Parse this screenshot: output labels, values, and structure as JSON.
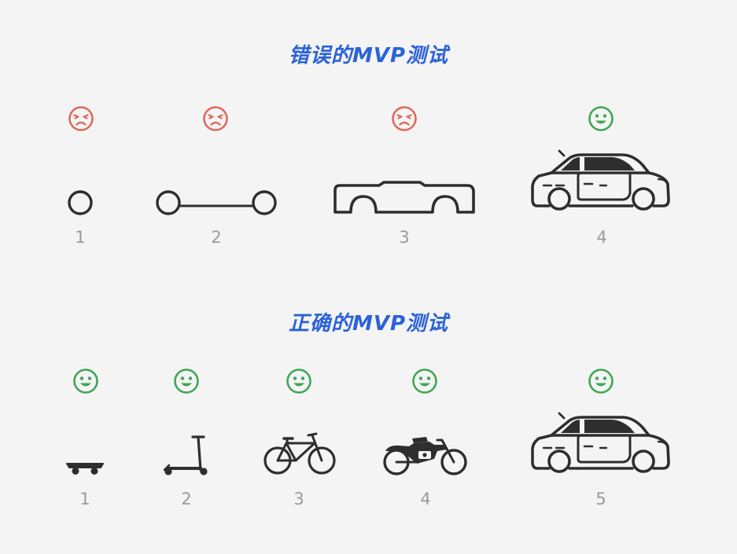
{
  "colors": {
    "title": "#2b62d8",
    "sad": "#e06a5a",
    "happy": "#3fa655",
    "ink": "#2e2e2e",
    "label": "#9a9a9a",
    "background": "#f4f4f4"
  },
  "wrong": {
    "title": "错误的MVP测试",
    "steps": [
      {
        "label": "1",
        "mood": "sad",
        "icon": "wheel-icon"
      },
      {
        "label": "2",
        "mood": "sad",
        "icon": "axle-icon"
      },
      {
        "label": "3",
        "mood": "sad",
        "icon": "car-chassis-icon"
      },
      {
        "label": "4",
        "mood": "happy",
        "icon": "car-icon"
      }
    ]
  },
  "right": {
    "title": "正确的MVP测试",
    "steps": [
      {
        "label": "1",
        "mood": "happy",
        "icon": "skateboard-icon"
      },
      {
        "label": "2",
        "mood": "happy",
        "icon": "scooter-icon"
      },
      {
        "label": "3",
        "mood": "happy",
        "icon": "bicycle-icon"
      },
      {
        "label": "4",
        "mood": "happy",
        "icon": "motorcycle-icon"
      },
      {
        "label": "5",
        "mood": "happy",
        "icon": "car-icon"
      }
    ]
  }
}
